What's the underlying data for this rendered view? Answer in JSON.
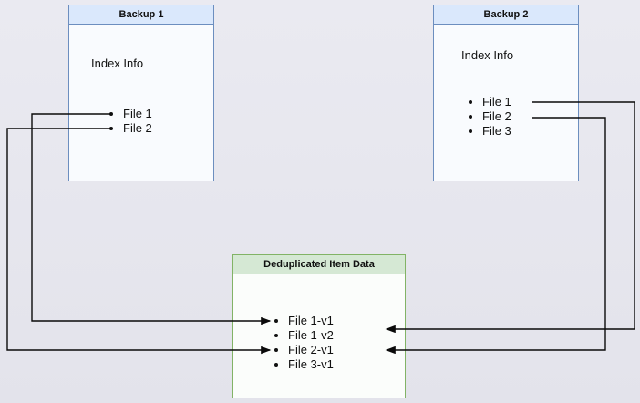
{
  "backup1": {
    "title": "Backup 1",
    "subtitle": "Index Info",
    "items": [
      "File 1",
      "File 2"
    ]
  },
  "backup2": {
    "title": "Backup 2",
    "subtitle": "Index Info",
    "items": [
      "File 1",
      "File 2",
      "File 3"
    ]
  },
  "dedup": {
    "title": "Deduplicated Item Data",
    "items": [
      "File 1-v1",
      "File 1-v2",
      "File 2-v1",
      "File 3-v1"
    ]
  },
  "arrows": [
    {
      "from": "Backup 1 / File 1",
      "to": "File 1-v1"
    },
    {
      "from": "Backup 1 / File 2",
      "to": "File 2-v1"
    },
    {
      "from": "Backup 2 / File 1",
      "to": "File 1-v2"
    },
    {
      "from": "Backup 2 / File 2",
      "to": "File 2-v1"
    }
  ],
  "colors": {
    "background": "#e6e6ee",
    "backup_header_bg": "#dae8fc",
    "backup_border": "#6c8ebf",
    "dedup_header_bg": "#d5e8d4",
    "dedup_border": "#82b366",
    "arrow": "#0a0a0a"
  }
}
